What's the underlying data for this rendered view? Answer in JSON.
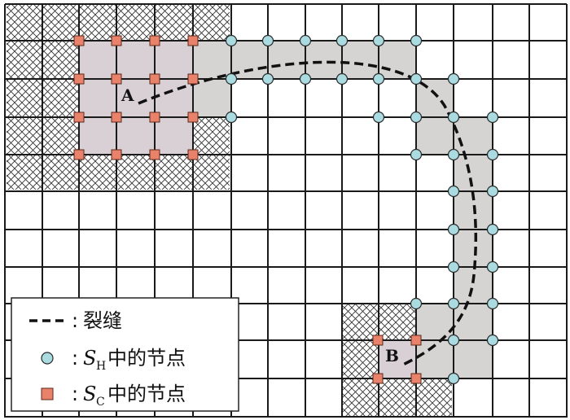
{
  "labels": {
    "point_a": "A",
    "point_b": "B"
  },
  "legend": {
    "crack_sep": ":",
    "crack_text": "裂缝",
    "sh_sep": ":",
    "sh_symbol": "S",
    "sh_sub": "H",
    "sh_text": "中的节点",
    "sc_sep": ":",
    "sc_symbol": "S",
    "sc_sub": "C",
    "sc_text": "中的节点"
  },
  "colors": {
    "grid": "#1a1a1a",
    "enriched_region": "#d9d0d6",
    "crack_region": "#d6d3d3",
    "circle_node": "#a9dbe0",
    "square_node": "#e9826a",
    "crack": "#111111"
  }
}
